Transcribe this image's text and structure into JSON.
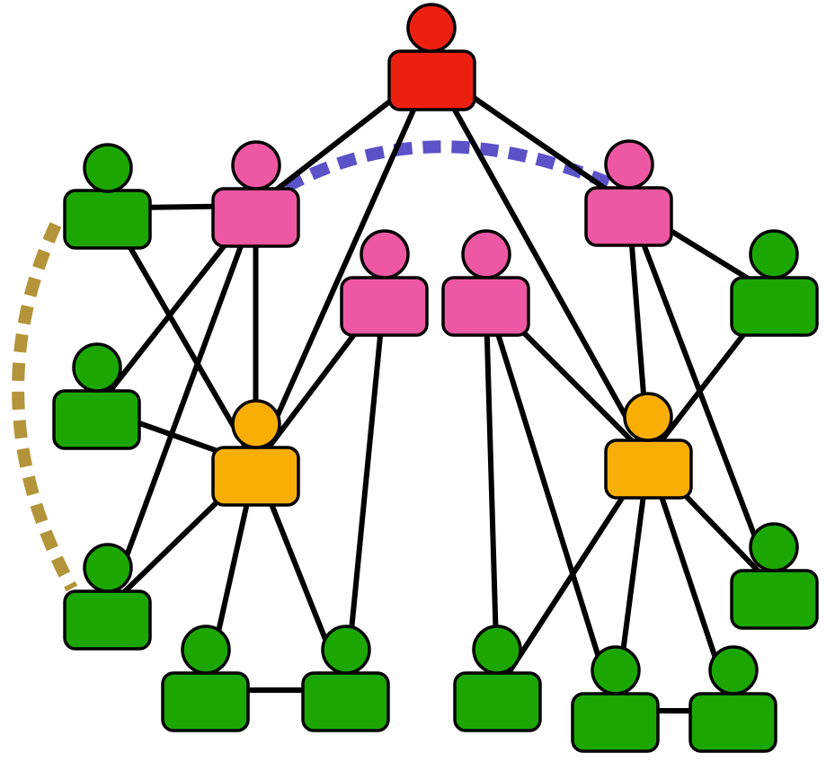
{
  "colors": {
    "red": "#ec2011",
    "pink": "#ee57a2",
    "orange": "#f8ae04",
    "green": "#1ba700",
    "stroke": "#000000",
    "blue_dashed": "#5b52c8",
    "gold_dashed": "#b4943a"
  },
  "nodes": [
    {
      "id": "red-root",
      "role": "red"
    },
    {
      "id": "pink-left",
      "role": "pink"
    },
    {
      "id": "pink-right",
      "role": "pink"
    },
    {
      "id": "pink-mid-left",
      "role": "pink"
    },
    {
      "id": "pink-mid-right",
      "role": "pink"
    },
    {
      "id": "orange-left",
      "role": "orange"
    },
    {
      "id": "orange-right",
      "role": "orange"
    },
    {
      "id": "green-top-left",
      "role": "green"
    },
    {
      "id": "green-mid-left",
      "role": "green"
    },
    {
      "id": "green-low-left",
      "role": "green"
    },
    {
      "id": "green-bottom-1",
      "role": "green"
    },
    {
      "id": "green-bottom-2",
      "role": "green"
    },
    {
      "id": "green-bottom-3",
      "role": "green"
    },
    {
      "id": "green-bottom-4",
      "role": "green"
    },
    {
      "id": "green-bottom-5",
      "role": "green"
    },
    {
      "id": "green-right-upper",
      "role": "green"
    },
    {
      "id": "green-right-lower",
      "role": "green"
    }
  ],
  "edges": [
    [
      "red-root",
      "pink-left"
    ],
    [
      "red-root",
      "pink-right"
    ],
    [
      "red-root",
      "orange-left"
    ],
    [
      "red-root",
      "orange-right"
    ],
    [
      "pink-left",
      "green-top-left"
    ],
    [
      "pink-left",
      "orange-left"
    ],
    [
      "pink-left",
      "green-mid-left"
    ],
    [
      "pink-left",
      "green-low-left"
    ],
    [
      "green-top-left",
      "orange-left"
    ],
    [
      "green-mid-left",
      "orange-left"
    ],
    [
      "pink-mid-left",
      "orange-left"
    ],
    [
      "pink-mid-left",
      "green-bottom-2"
    ],
    [
      "orange-left",
      "green-low-left"
    ],
    [
      "orange-left",
      "green-bottom-1"
    ],
    [
      "orange-left",
      "green-bottom-2"
    ],
    [
      "green-bottom-1",
      "green-bottom-2"
    ],
    [
      "pink-mid-right",
      "orange-right"
    ],
    [
      "pink-mid-right",
      "green-bottom-3"
    ],
    [
      "pink-mid-right",
      "green-bottom-4"
    ],
    [
      "pink-right",
      "green-right-upper"
    ],
    [
      "pink-right",
      "orange-right"
    ],
    [
      "pink-right",
      "green-right-lower"
    ],
    [
      "green-right-upper",
      "orange-right"
    ],
    [
      "orange-right",
      "green-right-lower"
    ],
    [
      "orange-right",
      "green-bottom-3"
    ],
    [
      "orange-right",
      "green-bottom-4"
    ],
    [
      "orange-right",
      "green-bottom-5"
    ],
    [
      "green-bottom-4",
      "green-bottom-5"
    ]
  ],
  "dashed_links": [
    {
      "from": "pink-left",
      "to": "pink-right",
      "color": "blue_dashed"
    },
    {
      "from": "green-top-left",
      "to": "green-low-left",
      "color": "gold_dashed"
    }
  ]
}
